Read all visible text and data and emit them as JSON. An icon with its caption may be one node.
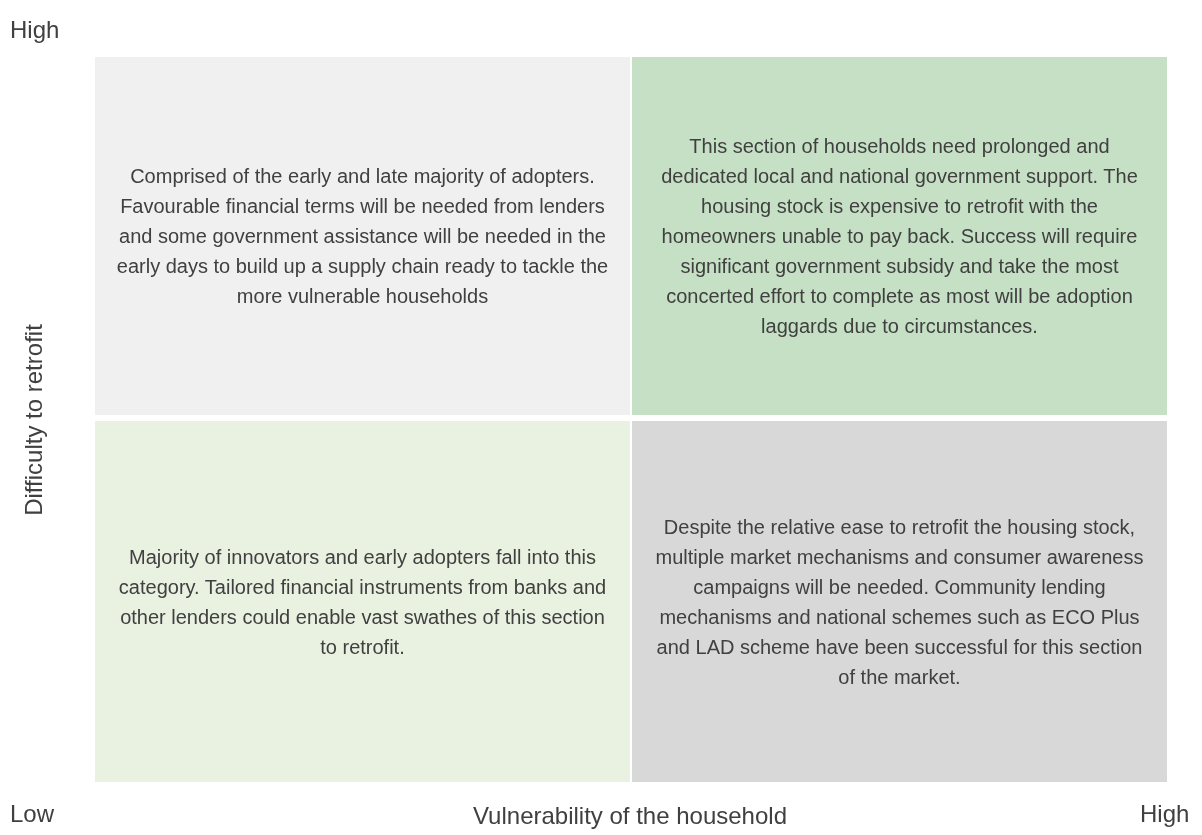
{
  "diagram": {
    "nodes": [
      {
        "text": [
          "Comprised of the early and late majority of adopters. Favourable financial terms will be needed from lenders and some government assistance will be needed in the early days to build up a supply chain ready to tackle the more vulnerable households"
        ]
      },
      {
        "text": [
          "This section of households need prolonged and dedicated local and national government support. The housing stock is expensive to retrofit with the homeowners unable to pay back. Success will require significant government subsidy and take the most concerted effort to complete as most will be adoption laggards due to circumstances."
        ]
      },
      {
        "text": [
          "Majority of innovators and early adopters fall into this category. Tailored financial instruments from banks and other lenders could enable vast swathes of this section to retrofit."
        ]
      },
      {
        "text": [
          "Despite the relative ease to retrofit the housing stock, multiple market mechanisms and consumer awareness campaigns will be needed. Community lending mechanisms and national schemes such as ECO Plus and LAD scheme have been successful for this section of the market."
        ]
      }
    ],
    "labels": [
      "High",
      "Difficulty to retrofit",
      "Low",
      "Vulnerability of the household",
      "High"
    ]
  }
}
